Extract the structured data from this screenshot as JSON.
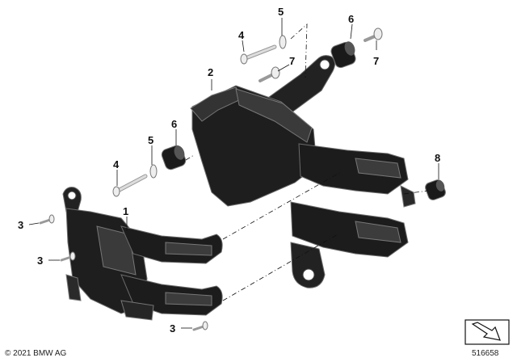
{
  "diagram": {
    "callouts": {
      "c1": "1",
      "c2": "2",
      "c3a": "3",
      "c3b": "3",
      "c3c": "3",
      "c4a": "4",
      "c4b": "4",
      "c5a": "5",
      "c5b": "5",
      "c6a": "6",
      "c6b": "6",
      "c7a": "7",
      "c7b": "7",
      "c8": "8"
    },
    "copyright": "© 2021 BMW AG",
    "document_number": "516658"
  },
  "colors": {
    "part_fill": "#1f1f1f",
    "part_edge": "#6a6a6a",
    "line": "#111111",
    "background": "#ffffff"
  },
  "icons": {
    "nav": "diagonal-arrow-box-icon"
  }
}
